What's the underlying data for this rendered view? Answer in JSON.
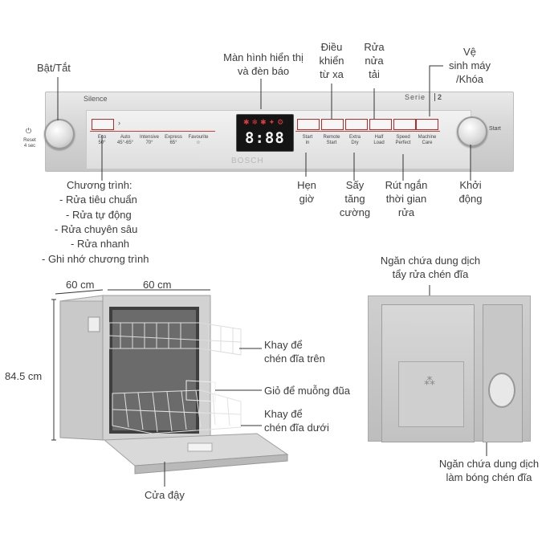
{
  "callouts": {
    "power": "Bật/Tắt",
    "display": [
      "Màn hình hiển thị",
      "và đèn báo"
    ],
    "remote": [
      "Điều",
      "khiển",
      "từ xa"
    ],
    "half_load": [
      "Rửa",
      "nửa",
      "tải"
    ],
    "machine_care": [
      "Vệ",
      "sinh máy",
      "/Khóa"
    ],
    "programs_title": "Chương trình:",
    "programs": [
      "- Rửa tiêu chuẩn",
      "- Rửa tự động",
      "- Rửa chuyên sâu",
      "- Rửa nhanh",
      "- Ghi nhớ chương trình"
    ],
    "start_in": [
      "Hẹn",
      "giờ"
    ],
    "extra_dry": [
      "Sấy",
      "tăng",
      "cường"
    ],
    "speed_perfect": [
      "Rút ngắn",
      "thời gian",
      "rửa"
    ],
    "start": [
      "Khởi",
      "động"
    ],
    "detergent": [
      "Ngăn chứa dung dịch",
      "tẩy rửa chén đĩa"
    ],
    "upper_rack": [
      "Khay để",
      "chén đĩa trên"
    ],
    "cutlery": "Giỏ để muỗng đũa",
    "lower_rack": [
      "Khay để",
      "chén đĩa dưới"
    ],
    "rinse_aid": [
      "Ngăn chứa dung dịch",
      "làm bóng chén đĩa"
    ],
    "door": "Cửa đậy"
  },
  "dimensions": {
    "depth": "60 cm",
    "width": "60 cm",
    "height": "84.5 cm"
  },
  "panel": {
    "silence": "Silence",
    "serie": "Serie",
    "serie_num": "2",
    "reset": [
      "Reset",
      "4 sec"
    ],
    "start": "Start",
    "display_digits": "8:88",
    "brand": "BOSCH",
    "programs": [
      {
        "name": "Eco",
        "temp": "50°"
      },
      {
        "name": "Auto",
        "temp": "45°-65°"
      },
      {
        "name": "Intensive",
        "temp": "70°"
      },
      {
        "name": "Express",
        "temp": "65°"
      },
      {
        "name": "Favourite",
        "temp": "☆"
      }
    ],
    "options": [
      {
        "name": "Start",
        "sub": "in"
      },
      {
        "name": "Remote",
        "sub": "Start"
      },
      {
        "name": "Extra",
        "sub": "Dry"
      },
      {
        "name": "Half",
        "sub": "Load"
      },
      {
        "name": "Speed",
        "sub": "Perfect"
      },
      {
        "name": "Machine",
        "sub": "Care"
      }
    ]
  },
  "colors": {
    "accent_red": "#cf3e3e",
    "line": "#333333"
  }
}
